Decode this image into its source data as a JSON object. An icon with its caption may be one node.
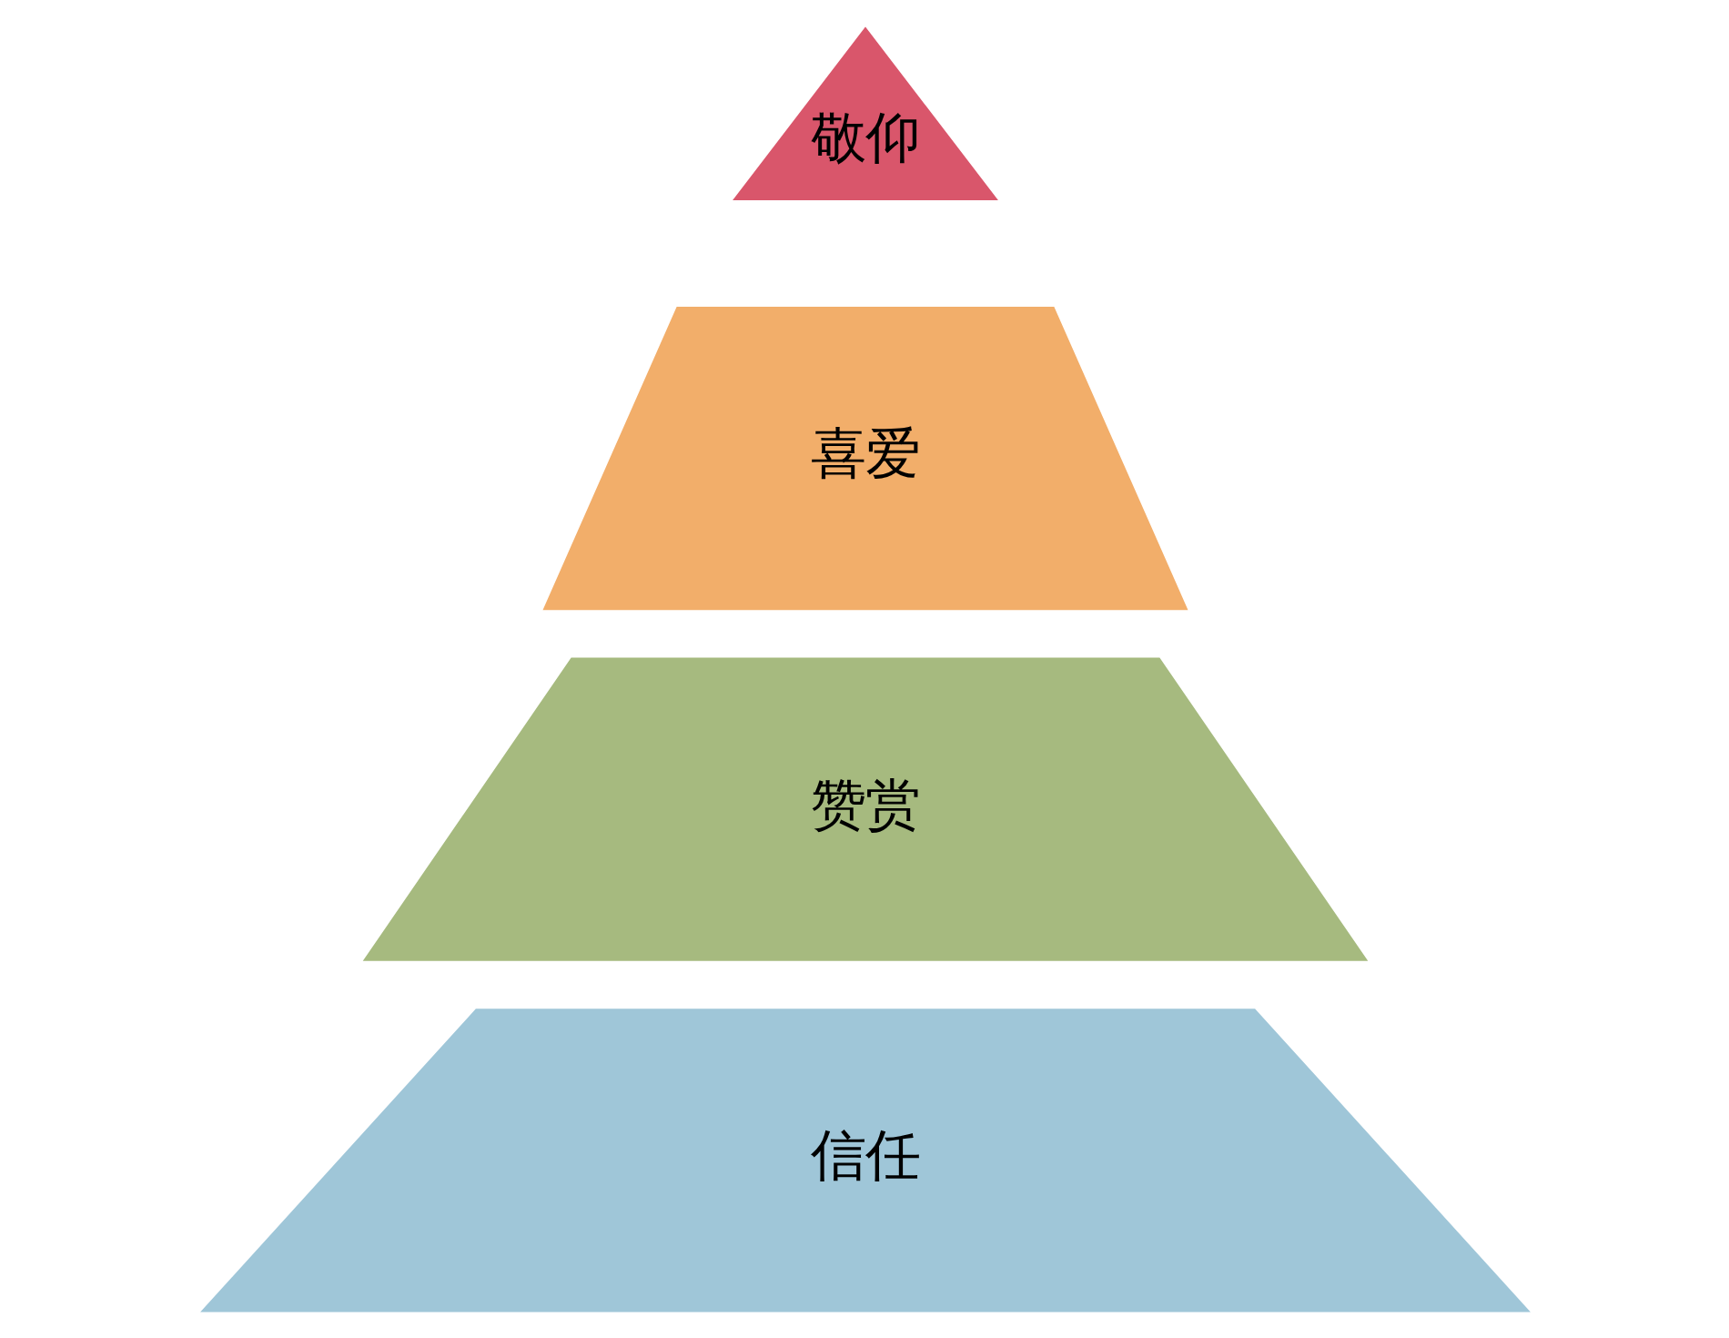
{
  "diagram": {
    "nodes": [
      {
        "text": [
          "敬仰"
        ]
      },
      {
        "text": [
          "喜爱"
        ]
      },
      {
        "text": [
          "赞赏"
        ]
      },
      {
        "text": [
          "信任"
        ]
      }
    ]
  }
}
